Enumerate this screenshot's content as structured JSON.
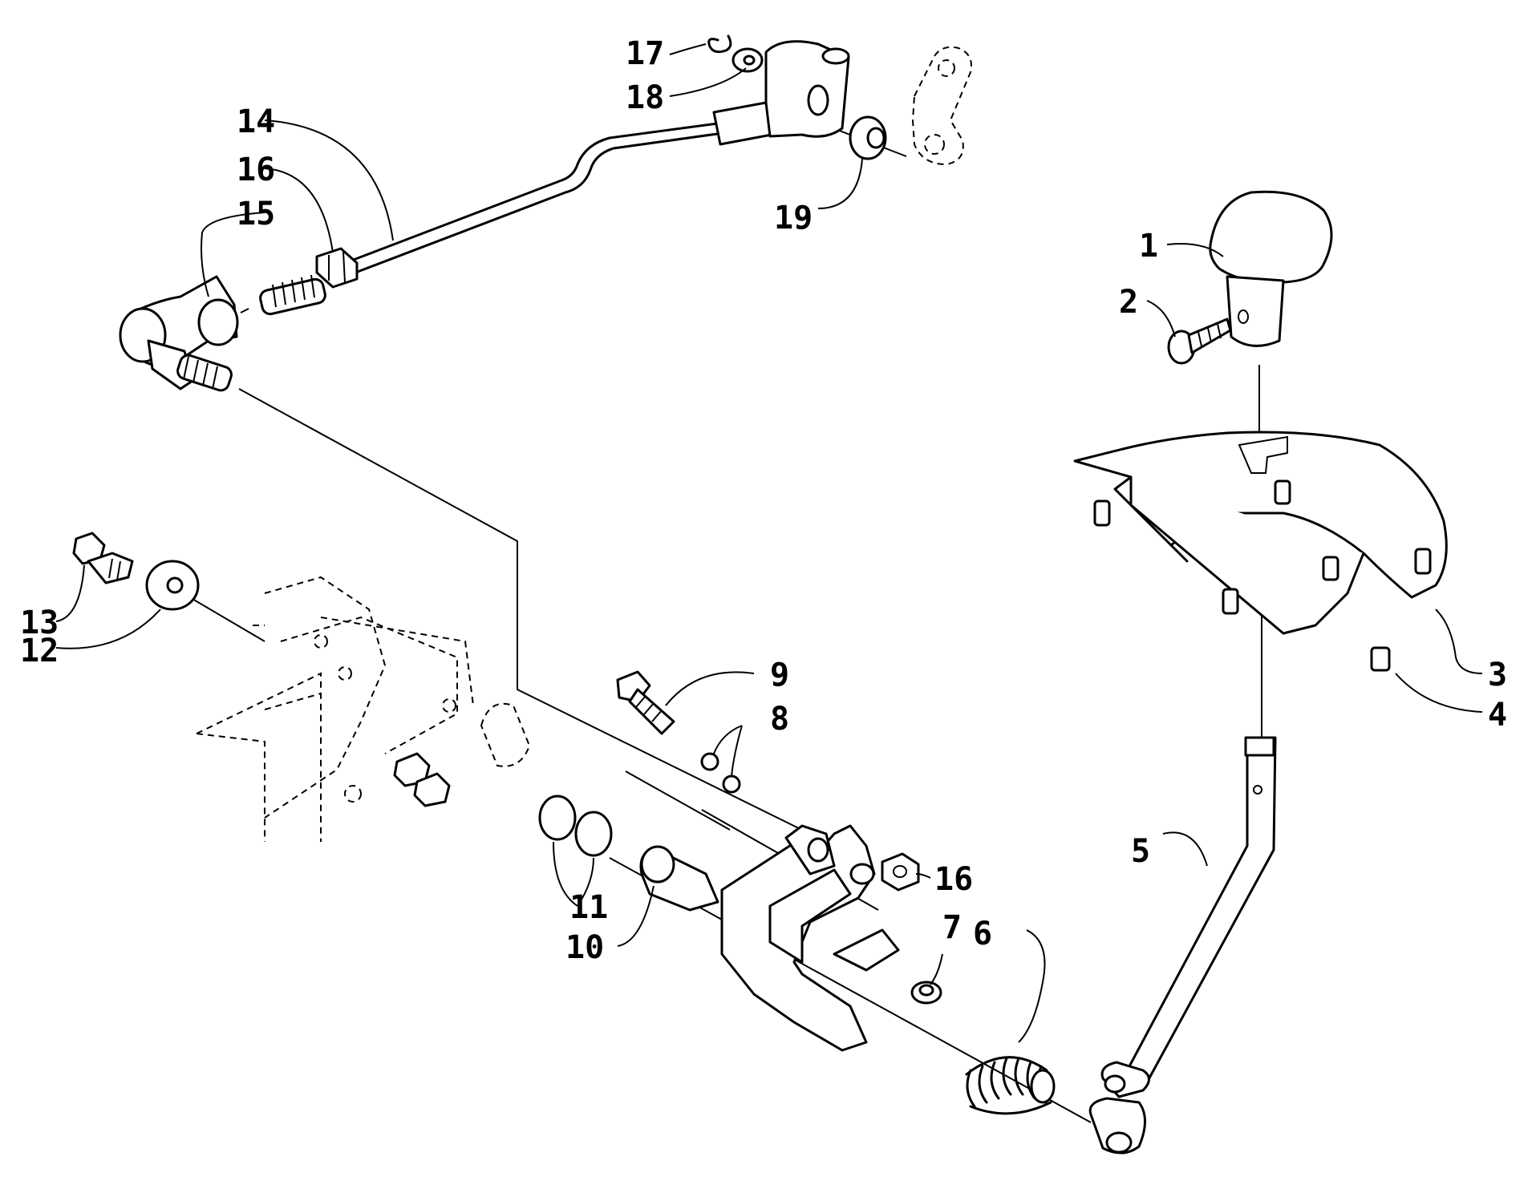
{
  "diagram": {
    "type": "exploded-parts-diagram",
    "callouts": [
      {
        "id": "1",
        "label": "1"
      },
      {
        "id": "2",
        "label": "2"
      },
      {
        "id": "3",
        "label": "3"
      },
      {
        "id": "4",
        "label": "4"
      },
      {
        "id": "5",
        "label": "5"
      },
      {
        "id": "6",
        "label": "6"
      },
      {
        "id": "7",
        "label": "7"
      },
      {
        "id": "8",
        "label": "8"
      },
      {
        "id": "9",
        "label": "9"
      },
      {
        "id": "10",
        "label": "10"
      },
      {
        "id": "11",
        "label": "11"
      },
      {
        "id": "12",
        "label": "12"
      },
      {
        "id": "13",
        "label": "13"
      },
      {
        "id": "14",
        "label": "14"
      },
      {
        "id": "15",
        "label": "15"
      },
      {
        "id": "16a",
        "label": "16"
      },
      {
        "id": "16b",
        "label": "16"
      },
      {
        "id": "17",
        "label": "17"
      },
      {
        "id": "18",
        "label": "18"
      },
      {
        "id": "19",
        "label": "19"
      }
    ]
  }
}
